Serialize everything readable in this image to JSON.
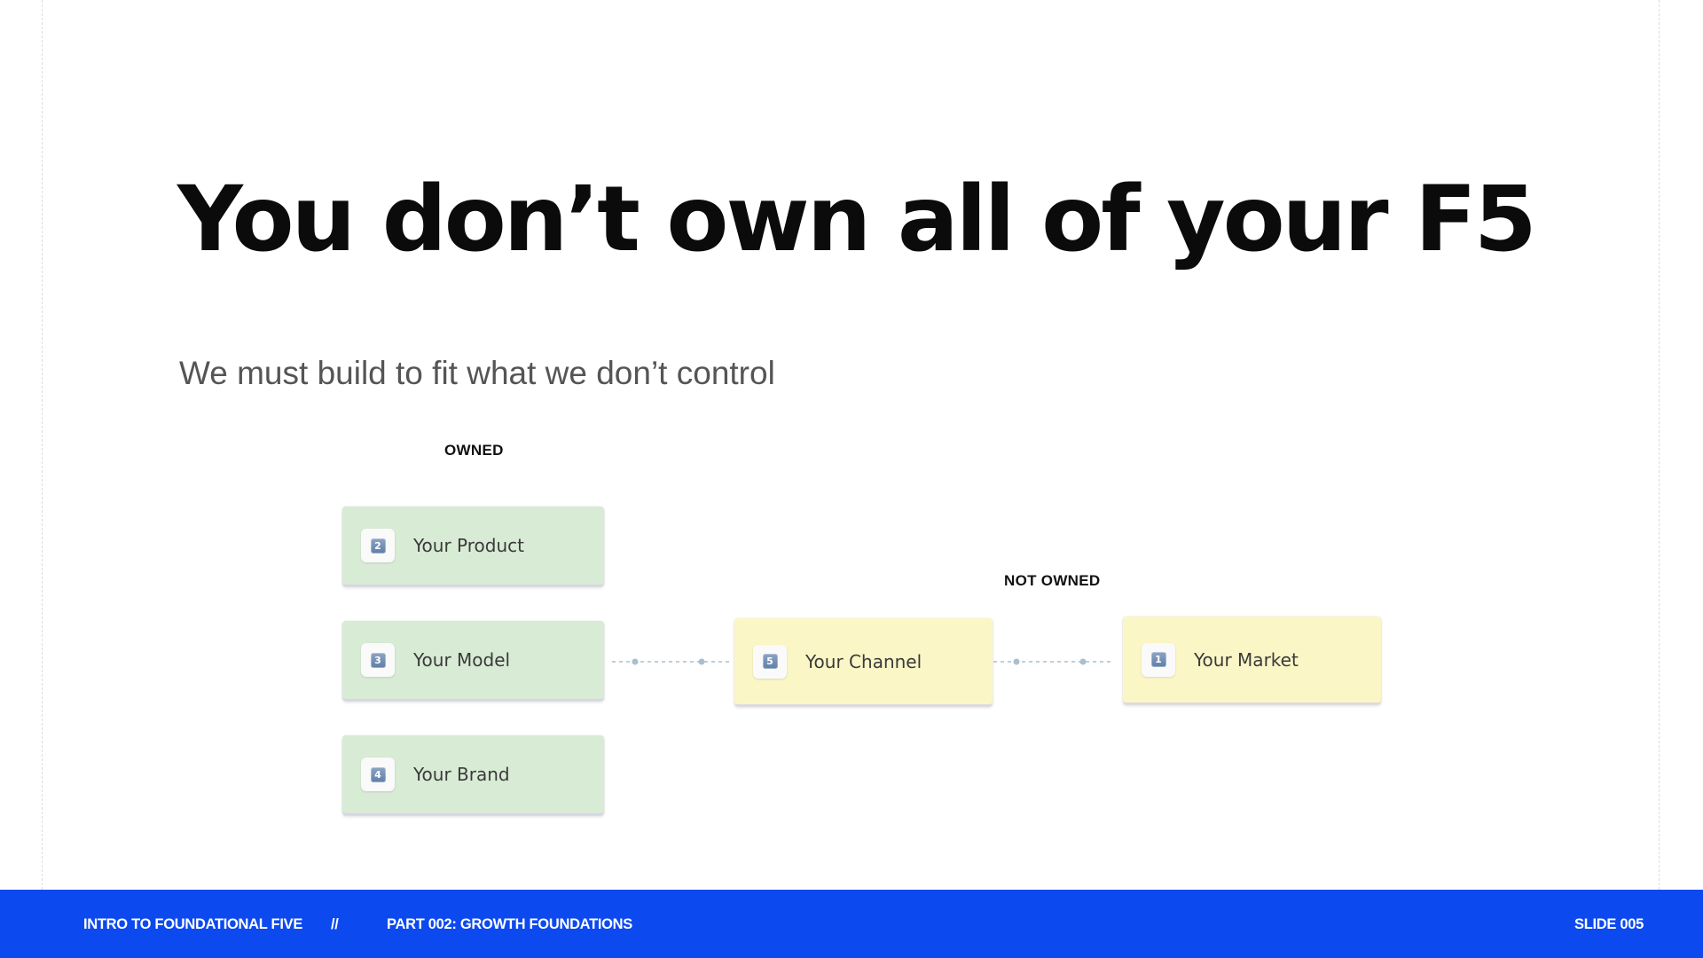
{
  "slide": {
    "title": "You don’t own all of your F5",
    "subtitle": "We must build to fit what we don’t control"
  },
  "diagram": {
    "owned_label": "OWNED",
    "not_owned_label": "NOT OWNED",
    "owned_items": [
      {
        "number": "2",
        "label": "Your Product"
      },
      {
        "number": "3",
        "label": "Your Model"
      },
      {
        "number": "4",
        "label": "Your Brand"
      }
    ],
    "channel": {
      "number": "5",
      "label": "Your Channel"
    },
    "market": {
      "number": "1",
      "label": "Your Market"
    },
    "colors": {
      "owned_card": "#d8ebd5",
      "not_owned_card": "#fbf6c6",
      "badge_number": "#6f8bb3",
      "connector": "#a9bfcf"
    }
  },
  "footer": {
    "course": "INTRO TO FOUNDATIONAL FIVE",
    "separator": "//",
    "part": "PART 002: GROWTH FOUNDATIONS",
    "slide_number": "SLIDE 005",
    "background": "#0c49ef"
  }
}
